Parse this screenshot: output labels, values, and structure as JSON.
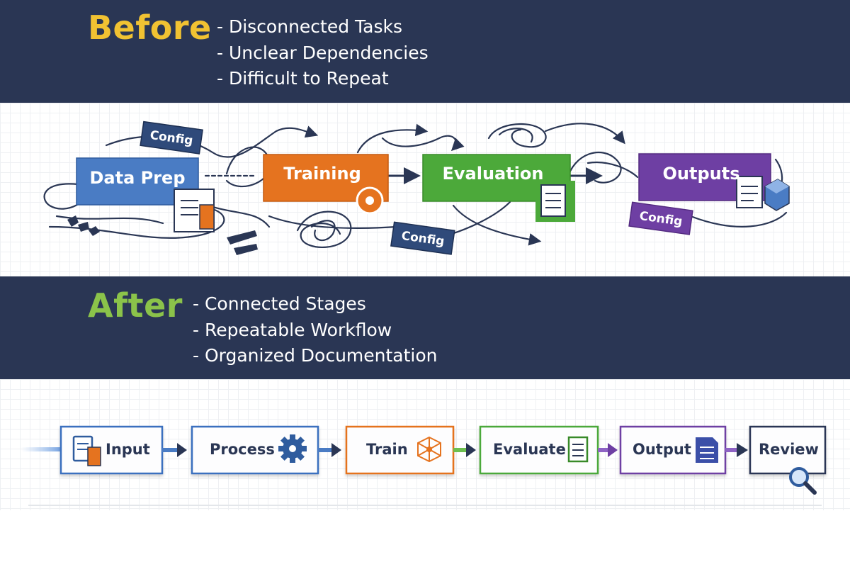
{
  "before": {
    "title": "Before",
    "bullets": [
      "Disconnected Tasks",
      "Unclear Dependencies",
      "Difficult to Repeat"
    ],
    "stages": [
      {
        "label": "Data Prep",
        "color": "#4a7cc4"
      },
      {
        "label": "Training",
        "color": "#e5731f"
      },
      {
        "label": "Evaluation",
        "color": "#4ca93a"
      },
      {
        "label": "Outputs",
        "color": "#6e3fa3"
      }
    ],
    "configs": [
      "Config",
      "Config",
      "Config"
    ]
  },
  "after": {
    "title": "After",
    "bullets": [
      "Connected Stages",
      "Repeatable Workflow",
      "Organized Documentation"
    ],
    "steps": [
      {
        "label": "Input",
        "color": "#3b6fbf",
        "icon": "document-stack-icon"
      },
      {
        "label": "Process",
        "color": "#3b6fbf",
        "icon": "gear-icon"
      },
      {
        "label": "Train",
        "color": "#e5731f",
        "icon": "network-icon"
      },
      {
        "label": "Evaluate",
        "color": "#4ca93a",
        "icon": "checklist-icon"
      },
      {
        "label": "Output",
        "color": "#6e3fa3",
        "icon": "document-icon"
      },
      {
        "label": "Review",
        "color": "#2a3654",
        "icon": "magnifier-icon"
      }
    ]
  }
}
